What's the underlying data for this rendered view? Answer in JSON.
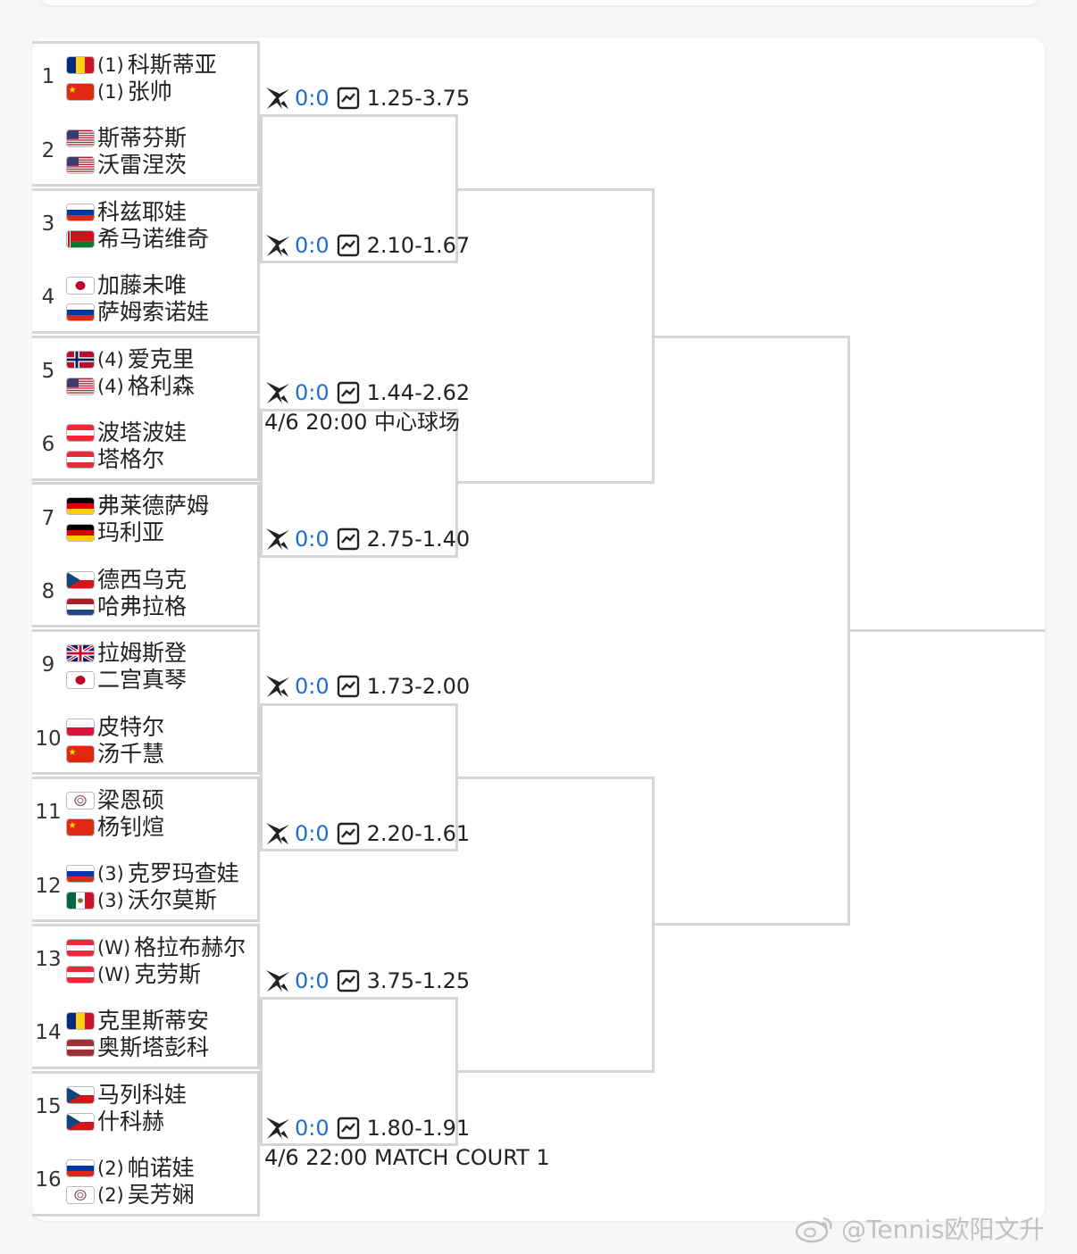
{
  "bracket": {
    "entries": [
      {
        "num": "1",
        "players": [
          {
            "flag": "ro",
            "seed": "(1)",
            "name": "科斯蒂亚"
          },
          {
            "flag": "cn",
            "seed": "(1)",
            "name": "张帅"
          }
        ]
      },
      {
        "num": "2",
        "players": [
          {
            "flag": "us",
            "seed": "",
            "name": "斯蒂芬斯"
          },
          {
            "flag": "us",
            "seed": "",
            "name": "沃雷涅茨"
          }
        ]
      },
      {
        "num": "3",
        "players": [
          {
            "flag": "ru",
            "seed": "",
            "name": "科兹耶娃"
          },
          {
            "flag": "by",
            "seed": "",
            "name": "希马诺维奇"
          }
        ]
      },
      {
        "num": "4",
        "players": [
          {
            "flag": "jp",
            "seed": "",
            "name": "加藤未唯"
          },
          {
            "flag": "ru",
            "seed": "",
            "name": "萨姆索诺娃"
          }
        ]
      },
      {
        "num": "5",
        "players": [
          {
            "flag": "no",
            "seed": "(4)",
            "name": "爱克里"
          },
          {
            "flag": "us",
            "seed": "(4)",
            "name": "格利森"
          }
        ]
      },
      {
        "num": "6",
        "players": [
          {
            "flag": "at",
            "seed": "",
            "name": "波塔波娃"
          },
          {
            "flag": "at",
            "seed": "",
            "name": "塔格尔"
          }
        ]
      },
      {
        "num": "7",
        "players": [
          {
            "flag": "de",
            "seed": "",
            "name": "弗莱德萨姆"
          },
          {
            "flag": "de",
            "seed": "",
            "name": "玛利亚"
          }
        ]
      },
      {
        "num": "8",
        "players": [
          {
            "flag": "cz",
            "seed": "",
            "name": "德西乌克"
          },
          {
            "flag": "nl",
            "seed": "",
            "name": "哈弗拉格"
          }
        ]
      },
      {
        "num": "9",
        "players": [
          {
            "flag": "gb",
            "seed": "",
            "name": "拉姆斯登"
          },
          {
            "flag": "jp",
            "seed": "",
            "name": "二宫真琴"
          }
        ]
      },
      {
        "num": "10",
        "players": [
          {
            "flag": "pl",
            "seed": "",
            "name": "皮特尔"
          },
          {
            "flag": "cn",
            "seed": "",
            "name": "汤千慧"
          }
        ]
      },
      {
        "num": "11",
        "players": [
          {
            "flag": "tw",
            "seed": "",
            "name": "梁恩硕"
          },
          {
            "flag": "cn",
            "seed": "",
            "name": "杨钊煊"
          }
        ]
      },
      {
        "num": "12",
        "players": [
          {
            "flag": "ru",
            "seed": "(3)",
            "name": "克罗玛查娃"
          },
          {
            "flag": "mx",
            "seed": "(3)",
            "name": "沃尔莫斯"
          }
        ]
      },
      {
        "num": "13",
        "players": [
          {
            "flag": "at",
            "seed": "(W)",
            "name": "格拉布赫尔"
          },
          {
            "flag": "at",
            "seed": "(W)",
            "name": "克劳斯"
          }
        ]
      },
      {
        "num": "14",
        "players": [
          {
            "flag": "ro",
            "seed": "",
            "name": "克里斯蒂安"
          },
          {
            "flag": "lv",
            "seed": "",
            "name": "奥斯塔彭科"
          }
        ]
      },
      {
        "num": "15",
        "players": [
          {
            "flag": "cz",
            "seed": "",
            "name": "马列科娃"
          },
          {
            "flag": "cz",
            "seed": "",
            "name": "什科赫"
          }
        ]
      },
      {
        "num": "16",
        "players": [
          {
            "flag": "ru",
            "seed": "(2)",
            "name": "帕诺娃"
          },
          {
            "flag": "tw",
            "seed": "(2)",
            "name": "吴芳娴"
          }
        ]
      }
    ],
    "matches": [
      {
        "score": "0:0",
        "odds": "1.25-3.75",
        "info": ""
      },
      {
        "score": "0:0",
        "odds": "2.10-1.67",
        "info": ""
      },
      {
        "score": "0:0",
        "odds": "1.44-2.62",
        "info": "4/6 20:00 中心球场"
      },
      {
        "score": "0:0",
        "odds": "2.75-1.40",
        "info": ""
      },
      {
        "score": "0:0",
        "odds": "1.73-2.00",
        "info": ""
      },
      {
        "score": "0:0",
        "odds": "2.20-1.61",
        "info": ""
      },
      {
        "score": "0:0",
        "odds": "3.75-1.25",
        "info": ""
      },
      {
        "score": "0:0",
        "odds": "1.80-1.91",
        "info": "4/6 22:00 MATCH COURT 1"
      }
    ]
  },
  "icons": {
    "odds": "lightning-bolt-icon",
    "trend": "trend-chart-icon",
    "brand": "weibo-logo-icon"
  },
  "colors": {
    "score": "#1f6fd1",
    "line": "#d5d5d5",
    "text": "#222222"
  },
  "watermark": {
    "text": "@Tennis欧阳文升"
  }
}
